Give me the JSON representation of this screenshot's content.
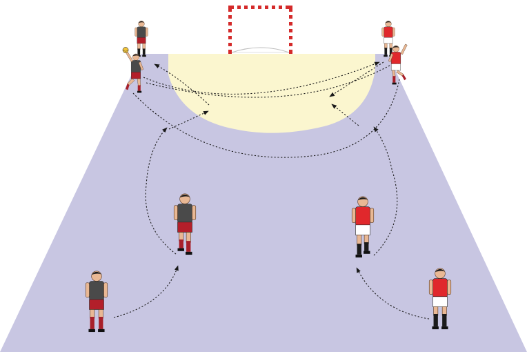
{
  "colors": {
    "court": "#c8c6e2",
    "goal_area": "#fbf6cf",
    "goal_frame_red": "#d42a2a",
    "goal_frame_white": "#ffffff",
    "dark_team_shirt": "#4a4a4a",
    "dark_team_shorts": "#b31f2a",
    "red_team_shirt": "#e0282c",
    "red_team_shorts": "#ffffff",
    "route_line": "#1a1a1a"
  },
  "teams": {
    "dark": {
      "shirt": "dark_team_shirt",
      "shorts": "dark_team_shorts",
      "socks": "#a8202a"
    },
    "red": {
      "shirt": "red_team_shirt",
      "shorts": "red_team_shorts",
      "socks": "#1b1b1b"
    }
  },
  "players": [
    {
      "id": "dark-goal-standing",
      "team": "dark",
      "pose": "stand",
      "has_ball": false
    },
    {
      "id": "dark-wing-jumping",
      "team": "dark",
      "pose": "jump",
      "has_ball": true
    },
    {
      "id": "dark-back-running",
      "team": "dark",
      "pose": "run",
      "has_ball": false
    },
    {
      "id": "dark-start-bottom",
      "team": "dark",
      "pose": "stand",
      "has_ball": false
    },
    {
      "id": "red-goal-standing",
      "team": "red",
      "pose": "stand",
      "has_ball": false
    },
    {
      "id": "red-wing-jumping",
      "team": "red",
      "pose": "jump",
      "has_ball": false
    },
    {
      "id": "red-back-running",
      "team": "red",
      "pose": "run",
      "has_ball": false
    },
    {
      "id": "red-start-bottom",
      "team": "red",
      "pose": "stand",
      "has_ball": false
    }
  ],
  "routes": [
    {
      "id": "dark-start-to-back",
      "arrow": true
    },
    {
      "id": "dark-back-to-6m",
      "arrow": true
    },
    {
      "id": "red-start-to-back",
      "arrow": true
    },
    {
      "id": "red-back-to-6m",
      "arrow": true
    },
    {
      "id": "right-wing-to-6m",
      "arrow": true
    },
    {
      "id": "left-wing-to-6m",
      "arrow": true
    },
    {
      "id": "left-wing-crossing-pass",
      "arrow": true
    },
    {
      "id": "right-wing-crossing-pass",
      "arrow": true
    },
    {
      "id": "wide-sweep-pass",
      "arrow": false
    }
  ]
}
